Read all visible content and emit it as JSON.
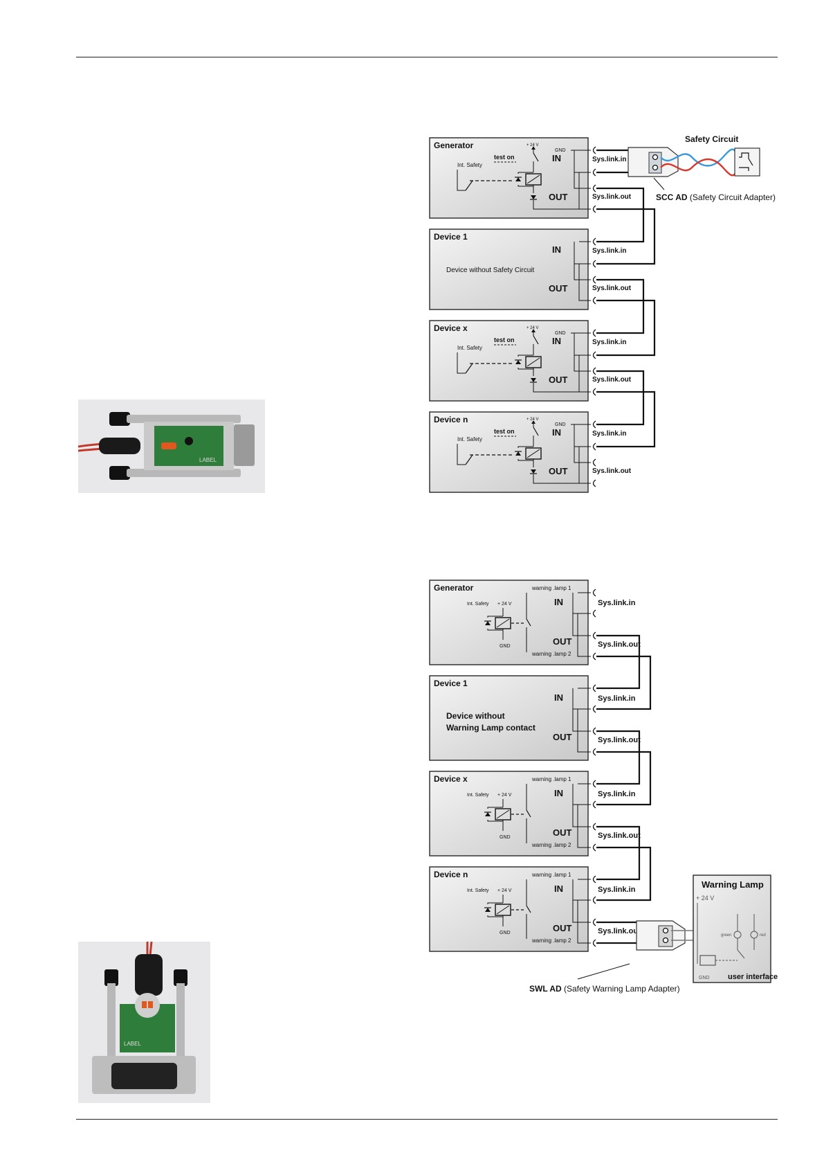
{
  "diagram1": {
    "blocks": [
      {
        "title": "Generator",
        "type": "safety",
        "desc": ""
      },
      {
        "title": "Device 1",
        "type": "plain",
        "desc": "Device without Safety Circuit"
      },
      {
        "title": "Device x",
        "type": "safety",
        "desc": ""
      },
      {
        "title": "Device n",
        "type": "safety",
        "desc": ""
      }
    ],
    "labels": {
      "plus24": "+ 24 V",
      "gnd": "GND",
      "test_on": "test on",
      "int_safety": "Int. Safety",
      "in": "IN",
      "out": "OUT",
      "sys_in": "Sys.link.in",
      "sys_out": "Sys.link.out"
    },
    "safety_circuit_title": "Safety Circuit",
    "adapter_bold": "SCC AD",
    "adapter_text": "(Safety Circuit Adapter)"
  },
  "diagram2": {
    "blocks": [
      {
        "title": "Generator",
        "type": "lamp",
        "desc1": "",
        "desc2": ""
      },
      {
        "title": "Device 1",
        "type": "plain",
        "desc1": "Device without",
        "desc2": "Warning Lamp contact"
      },
      {
        "title": "Device x",
        "type": "lamp",
        "desc1": "",
        "desc2": ""
      },
      {
        "title": "Device n",
        "type": "lamp",
        "desc1": "",
        "desc2": ""
      }
    ],
    "labels": {
      "int_safety": "Int. Safety",
      "plus24": "+ 24 V",
      "gnd": "GND",
      "warning1": "warning .lamp 1",
      "warning2": "warning .lamp 2",
      "in": "IN",
      "out": "OUT",
      "sys_in": "Sys.link.in",
      "sys_out": "Sys.link.out"
    },
    "warning_lamp": {
      "title": "Warning Lamp",
      "plus24": "+ 24 V",
      "green": "green",
      "red": "red",
      "gnd": "GND",
      "user_interface": "user interface"
    },
    "adapter_bold": "SWL AD",
    "adapter_text": "(Safety Warning Lamp Adapter)"
  },
  "photos": {
    "photo1_label": "LABEL",
    "photo2_label": "LABEL"
  }
}
